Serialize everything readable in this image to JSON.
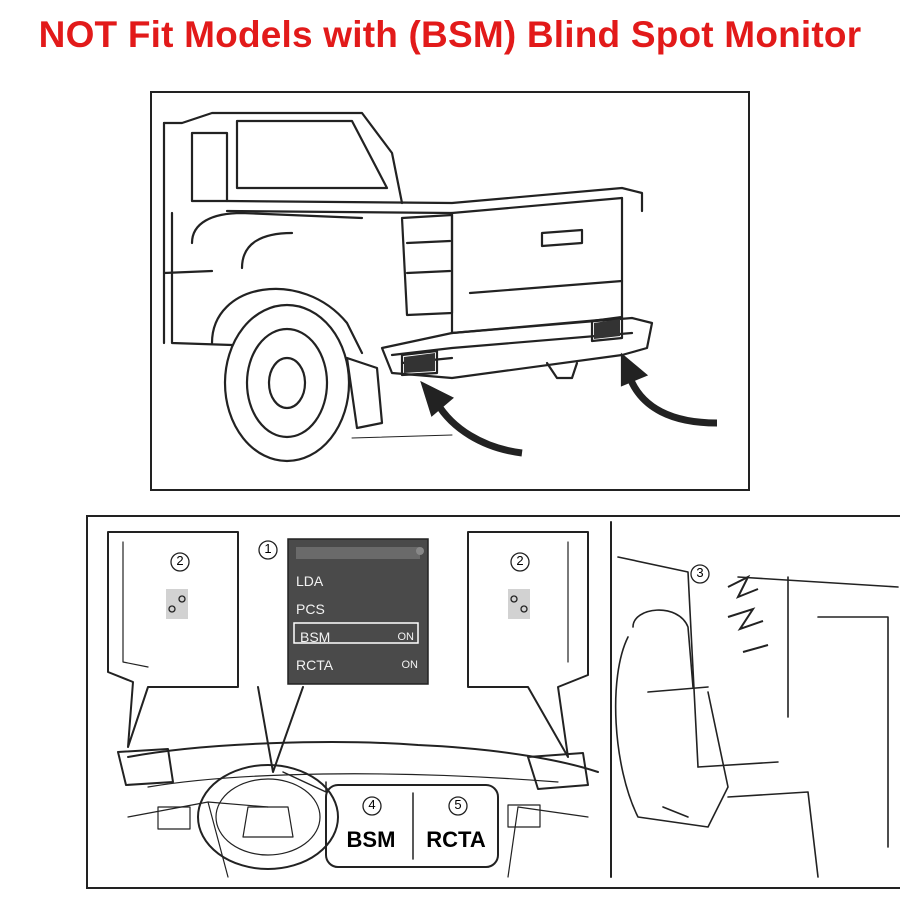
{
  "header": {
    "title": "NOT Fit Models with (BSM) Blind Spot Monitor"
  },
  "callouts": {
    "n1": "1",
    "n2": "2",
    "n3": "3",
    "n4": "4",
    "n5": "5"
  },
  "display_menu": {
    "items": [
      {
        "label": "LDA",
        "status": ""
      },
      {
        "label": "PCS",
        "status": ""
      },
      {
        "label": "BSM",
        "status": "ON"
      },
      {
        "label": "RCTA",
        "status": "ON"
      }
    ]
  },
  "switch_labels": {
    "left": "BSM",
    "right": "RCTA"
  },
  "icons": [
    "truck-rear-illustration",
    "arrow-icon",
    "mirror-indicator-icon",
    "warning-sound-icon",
    "interior-seat-illustration"
  ],
  "colors": {
    "headline": "#e21a1a",
    "line": "#222222",
    "display_bg": "#4a4a4a"
  }
}
